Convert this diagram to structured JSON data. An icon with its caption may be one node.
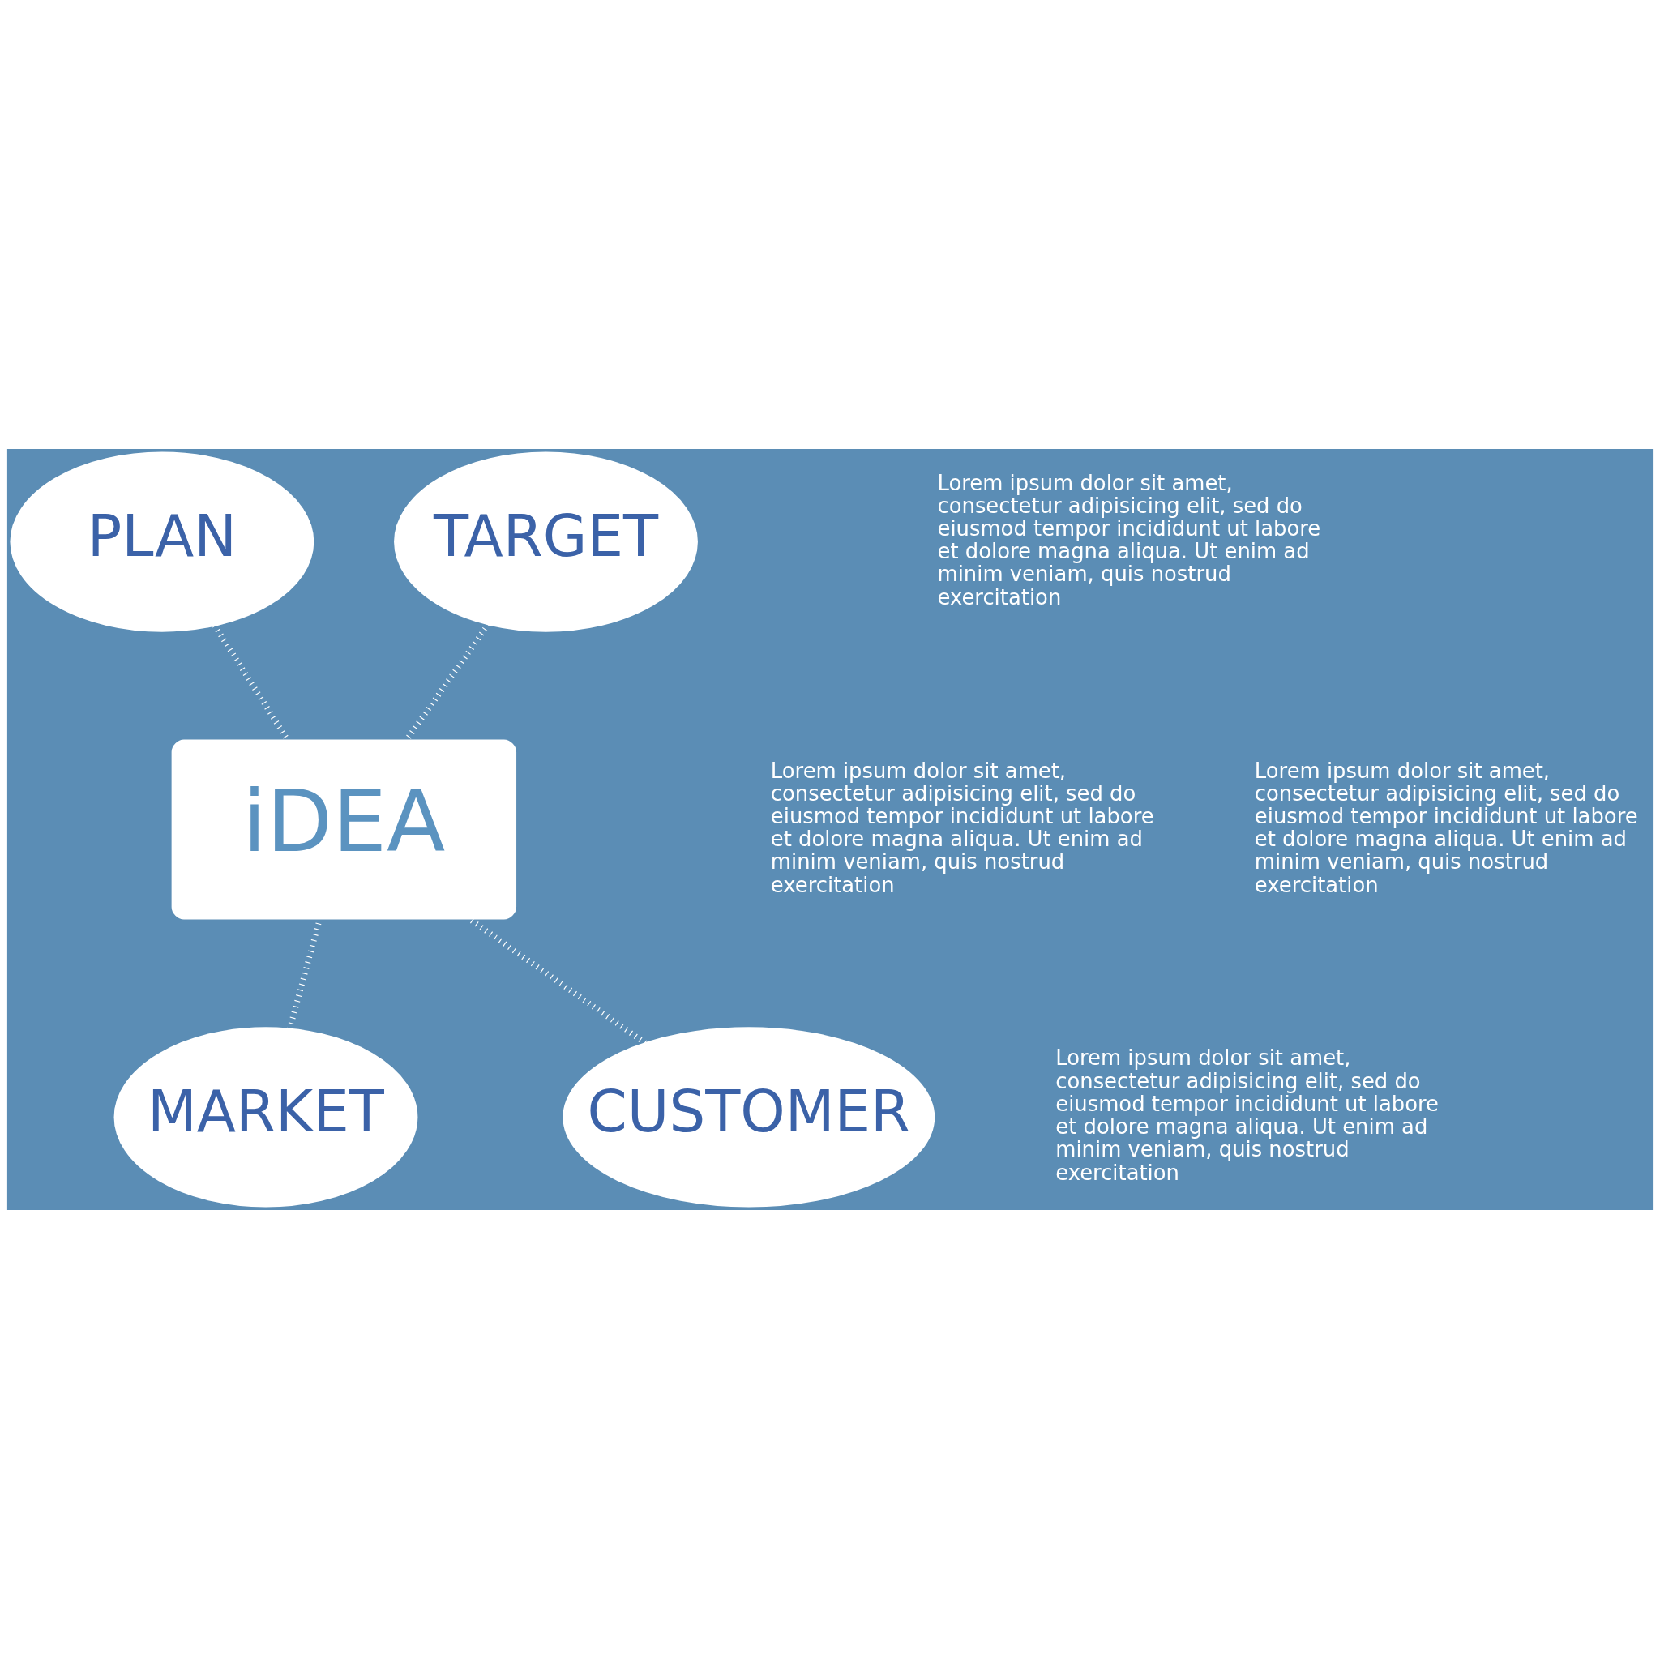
{
  "diagram": {
    "nodes": [
      {
        "text": [
          "iDEA"
        ]
      },
      {
        "text": [
          "PLAN"
        ]
      },
      {
        "text": [
          "TARGET"
        ]
      },
      {
        "text": [
          "MARKET"
        ]
      },
      {
        "text": [
          "CUSTOMER"
        ]
      }
    ],
    "edges": [
      {
        "from": 1,
        "to": 0,
        "arrow": "none"
      },
      {
        "from": 2,
        "to": 0,
        "arrow": "none"
      },
      {
        "from": 3,
        "to": 0,
        "arrow": "none"
      },
      {
        "from": 4,
        "to": 0,
        "arrow": "none"
      }
    ],
    "labels": [
      "Lorem ipsum dolor sit amet, consectetur adipisicing elit, sed do eiusmod tempor incididunt ut labore et dolore magna aliqua. Ut enim ad minim veniam, quis nostrud exercitation",
      "Lorem ipsum dolor sit amet, consectetur adipisicing elit, sed do eiusmod tempor incididunt ut labore et dolore magna aliqua. Ut enim ad minim veniam, quis nostrud exercitation",
      "Lorem ipsum dolor sit amet, consectetur adipisicing elit, sed do eiusmod tempor incididunt ut labore et dolore magna aliqua. Ut enim ad minim veniam, quis nostrud exercitation",
      "Lorem ipsum dolor sit amet, consectetur adipisicing elit, sed do eiusmod tempor incididunt ut labore et dolore magna aliqua. Ut enim ad minim veniam, quis nostrud exercitation"
    ]
  }
}
